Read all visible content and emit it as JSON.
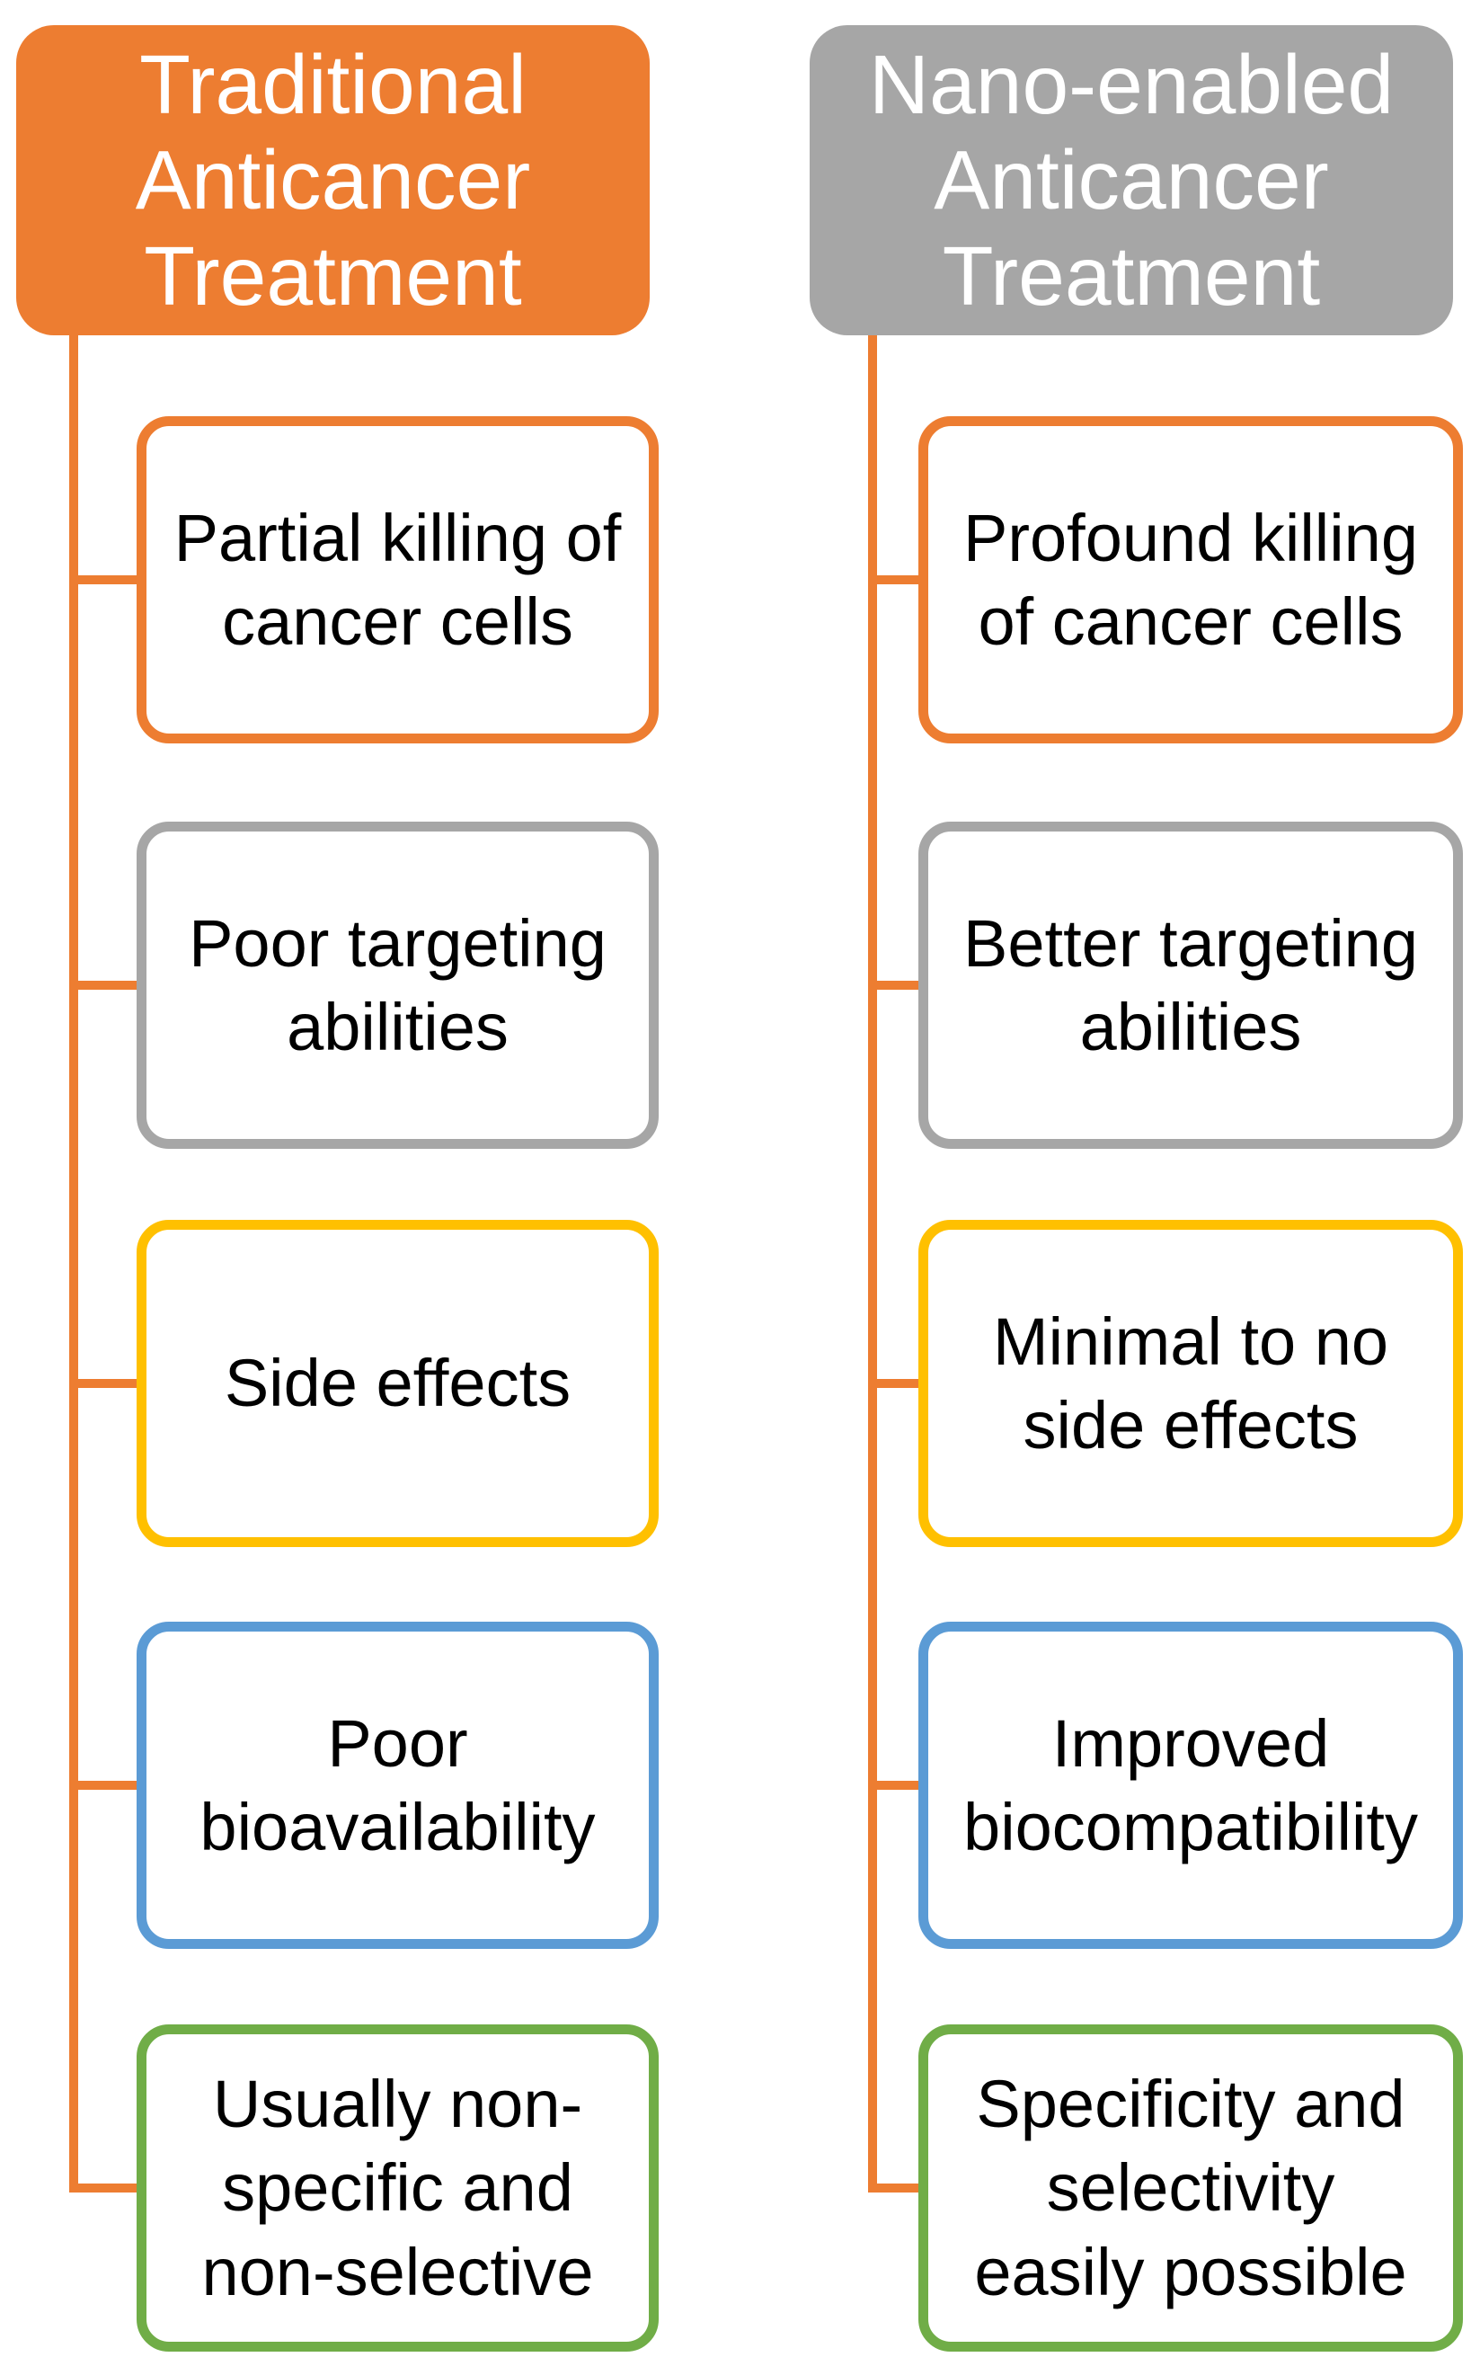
{
  "diagram": {
    "background": "#ffffff",
    "connector_color": "#ED7D31",
    "row_border_colors": [
      "#ED7D31",
      "#A6A6A6",
      "#FFC000",
      "#5B9BD5",
      "#70AD47"
    ],
    "columns": [
      {
        "id": "traditional",
        "header": {
          "label": "Traditional\nAnticancer\nTreatment",
          "bg": "#ED7D31",
          "text_color": "#ffffff"
        },
        "items": [
          {
            "label": "Partial killing of\ncancer cells",
            "border": "#ED7D31"
          },
          {
            "label": "Poor targeting\nabilities",
            "border": "#A6A6A6"
          },
          {
            "label": "Side effects",
            "border": "#FFC000"
          },
          {
            "label": "Poor\nbioavailability",
            "border": "#5B9BD5"
          },
          {
            "label": "Usually non-\nspecific and\nnon-selective",
            "border": "#70AD47"
          }
        ]
      },
      {
        "id": "nano-enabled",
        "header": {
          "label": "Nano-enabled\nAnticancer\nTreatment",
          "bg": "#A6A6A6",
          "text_color": "#ffffff"
        },
        "items": [
          {
            "label": "Profound killing\nof cancer cells",
            "border": "#ED7D31"
          },
          {
            "label": "Better targeting\nabilities",
            "border": "#A6A6A6"
          },
          {
            "label": "Minimal to no\nside effects",
            "border": "#FFC000"
          },
          {
            "label": "Improved\nbiocompatibility",
            "border": "#5B9BD5"
          },
          {
            "label": "Specificity and\nselectivity\neasily possible",
            "border": "#70AD47"
          }
        ]
      }
    ]
  }
}
